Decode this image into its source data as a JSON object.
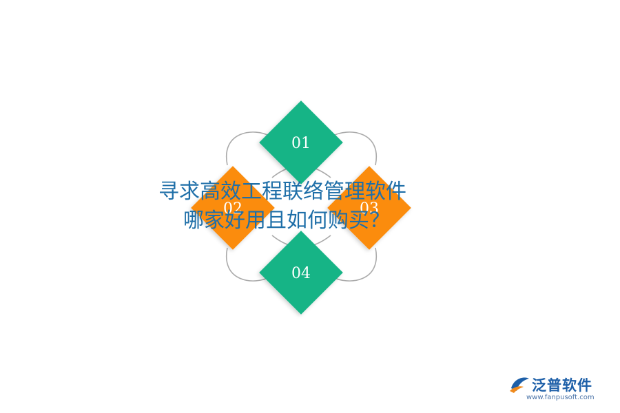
{
  "diagram": {
    "items": [
      {
        "label": "01",
        "color": "#16b486"
      },
      {
        "label": "02",
        "color": "#fb8c07"
      },
      {
        "label": "03",
        "color": "#fb8c07"
      },
      {
        "label": "04",
        "color": "#16b486"
      }
    ],
    "ring_color": "#aaaaaa"
  },
  "headline": {
    "line1": "寻求高效工程联络管理软件",
    "line2": "哪家好用且如何购买？"
  },
  "logo": {
    "name": "泛普软件",
    "url": "www.fanpusoft.com",
    "color": "#1d5fa8"
  }
}
